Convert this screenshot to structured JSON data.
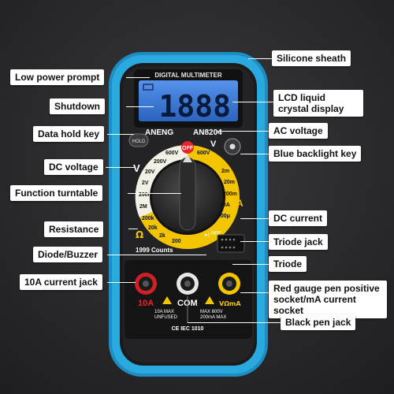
{
  "callouts": {
    "silicone_sheath": "Silicone sheath",
    "low_power_prompt": "Low power prompt",
    "lcd_display": "LCD liquid crystal display",
    "shutdown": "Shutdown",
    "data_hold_key": "Data hold key",
    "ac_voltage": "AC voltage",
    "blue_backlight_key": "Blue backlight key",
    "dc_voltage": "DC voltage",
    "function_turntable": "Function turntable",
    "dc_current": "DC current",
    "resistance": "Resistance",
    "triode_jack": "Triode jack",
    "diode_buzzer": "Diode/Buzzer",
    "triode": "Triode",
    "current_10a_jack": "10A current jack",
    "red_pen_socket": "Red gauge pen positive socket/mA current socket",
    "black_pen_jack": "Black pen jack"
  },
  "device": {
    "header": "DIGITAL MULTIMETER",
    "reading": "1888",
    "brand": "ANENG",
    "model": "AN8204",
    "hold_label": "HOLD",
    "off_label": "OFF",
    "counts": "1999 Counts",
    "hfe_label": "hFE",
    "ac_range": "600V",
    "dc_range": "600V",
    "v_symbol": "V",
    "a_symbol": "A",
    "ohm_symbol": "Ω",
    "jack_10a": "10A",
    "jack_com": "COM",
    "jack_vma": "VΩmA",
    "warn_left_1": "10A MAX",
    "warn_left_2": "UNFUSED",
    "warn_right_1": "MAX 600V",
    "warn_right_2": "200mA MAX",
    "cert": "CE IEC 1010",
    "dial_dcv": [
      "600V",
      "200V",
      "20V",
      "2V",
      "200m"
    ],
    "dial_ohm": [
      "2M",
      "200k",
      "20k",
      "2k",
      "200"
    ],
    "dial_dca": [
      "10A",
      "200m",
      "20m",
      "2m",
      "200μ"
    ]
  },
  "colors": {
    "sheath": "#27a6dc",
    "dial_ring": "#f2c500",
    "lcd": "#3a7bd5",
    "jack_red": "#d21f26",
    "jack_yellow": "#f2c500",
    "off_red": "#e5262a"
  }
}
